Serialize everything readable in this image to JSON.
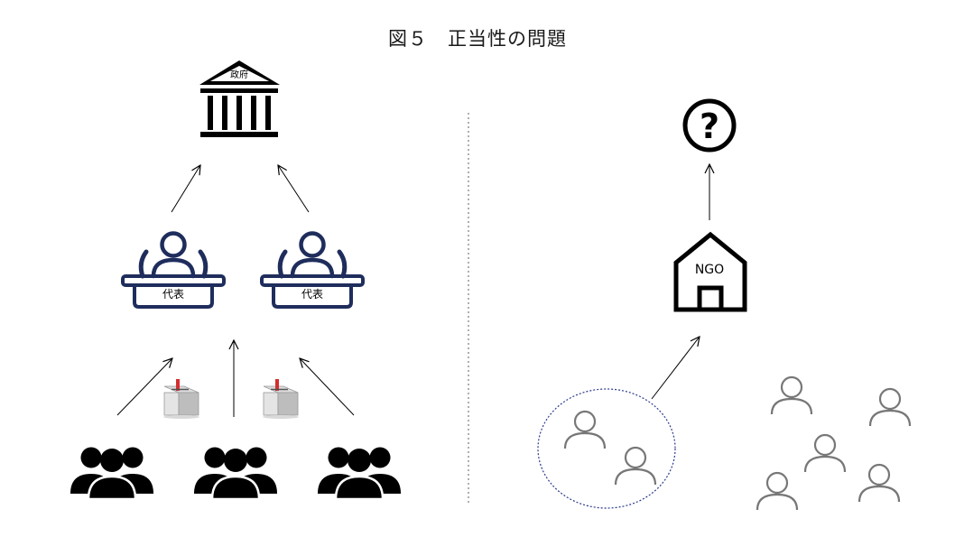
{
  "title": "図５　正当性の問題",
  "left_panel": {
    "government_label": "政府",
    "representative_label": "代表"
  },
  "right_panel": {
    "ngo_label": "NGO",
    "unknown_symbol": "?"
  },
  "colors": {
    "black": "#000000",
    "navy": "#1f2d5c",
    "grey_person": "#777777",
    "ballot_red": "#d32f2f",
    "dotted_circle": "#2b3a8c",
    "divider": "#7a7a7a"
  }
}
